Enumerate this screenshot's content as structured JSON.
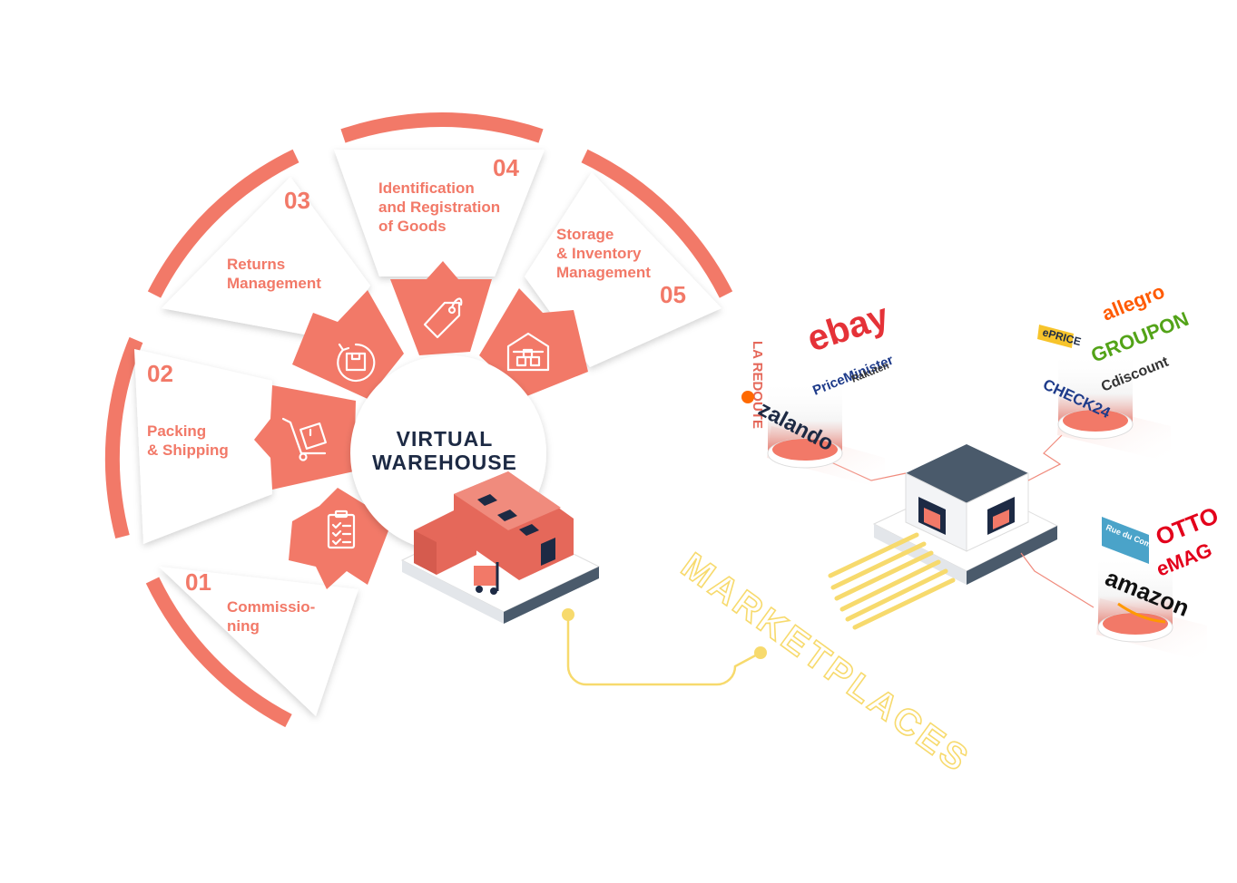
{
  "hub": {
    "line1": "VIRTUAL",
    "line2": "WAREHOUSE"
  },
  "segments": [
    {
      "number": "01",
      "label_lines": [
        "Commissio-",
        "ning"
      ],
      "icon": "clipboard-checklist-icon"
    },
    {
      "number": "02",
      "label_lines": [
        "Packing",
        "& Shipping"
      ],
      "icon": "hand-truck-box-icon"
    },
    {
      "number": "03",
      "label_lines": [
        "Returns",
        "Management"
      ],
      "icon": "box-return-arrow-icon"
    },
    {
      "number": "04",
      "label_lines": [
        "Identification",
        "and Registration",
        "of Goods"
      ],
      "icon": "price-tag-icon"
    },
    {
      "number": "05",
      "label_lines": [
        "Storage",
        "& Inventory",
        "Management"
      ],
      "icon": "warehouse-house-icon"
    }
  ],
  "connector_label": "MARKETPLACES",
  "marketplace_groups": [
    {
      "logos": [
        "LA REDOUTE",
        "ebay",
        "PriceMinister",
        "Rakuten",
        "zalando"
      ]
    },
    {
      "logos": [
        "ePRICE",
        "allegro",
        "GROUPON",
        "Cdiscount",
        "CHECK24"
      ]
    },
    {
      "logos": [
        "Rue du Commerce",
        "OTTO",
        "eMAG",
        "amazon"
      ]
    }
  ],
  "colors": {
    "accent": "#f27968",
    "accent_dark": "#e5685a",
    "hub_text": "#1d2a44",
    "connector": "#f7da6d",
    "hub_box_roof": "#4a5a6b"
  }
}
